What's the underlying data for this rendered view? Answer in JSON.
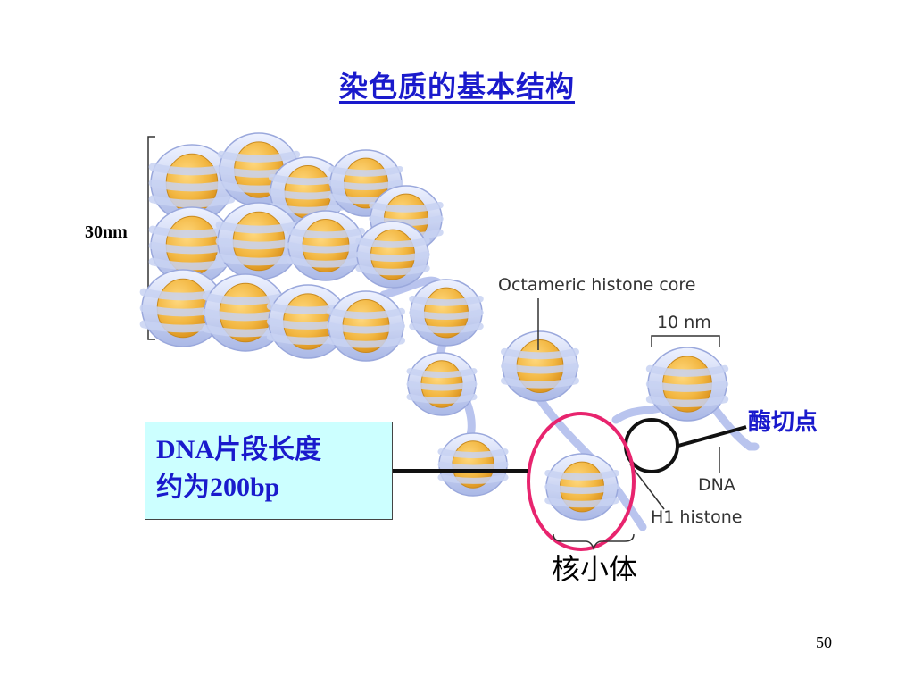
{
  "title": "染色质的基本结构",
  "labels": {
    "fiber_width": "30nm",
    "enzyme_site": "酶切点",
    "dna_length_line1": "DNA片段长度",
    "dna_length_line2": "约为200bp",
    "nucleosome": "核小体",
    "octamer": "Octameric histone core",
    "ten_nm": "10 nm",
    "dna": "DNA",
    "h1": "H1 histone"
  },
  "page_number": "50",
  "colors": {
    "title": "#1a1acc",
    "core_fill": "#f2b640",
    "dna_wrap": "#c8d2f2",
    "nucleosome_ring": "#e8246e",
    "box_fill": "#ccffff"
  }
}
